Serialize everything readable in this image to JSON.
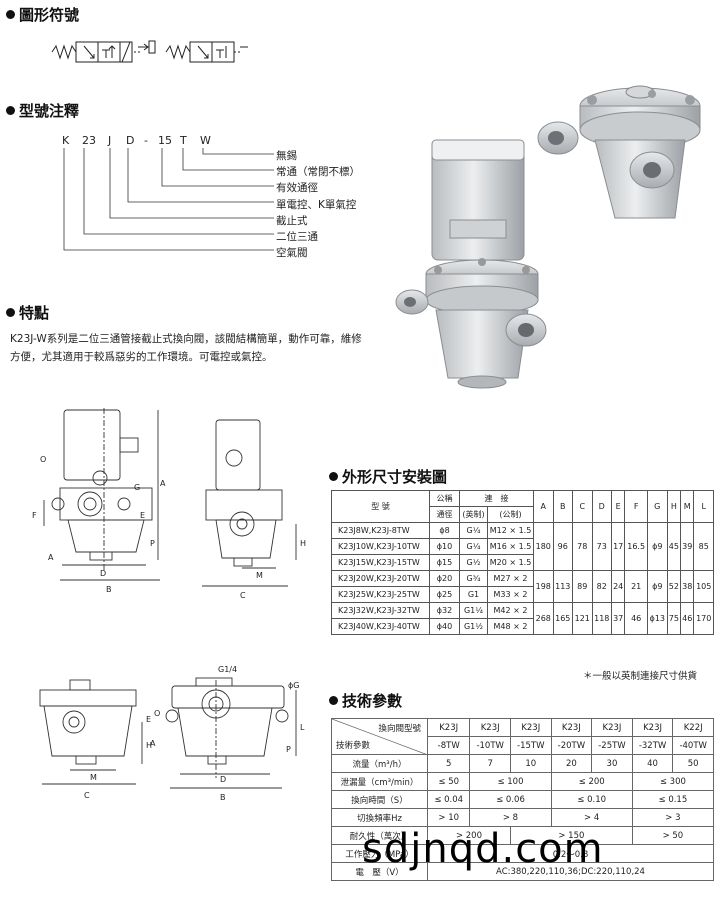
{
  "sections": {
    "symbol": "圖形符號",
    "model": "型號注釋",
    "feature": "特點",
    "install": "外形尺寸安裝圖",
    "tech": "技術參數"
  },
  "model_code": [
    "K",
    "23",
    "J",
    "D",
    "-",
    "15",
    "T",
    "W"
  ],
  "model_legend": [
    "無錫",
    "常通（常閉不標）",
    "有效通徑",
    "單電控、K單氣控",
    "截止式",
    "二位三通",
    "空氣閥"
  ],
  "feature_text": "K23J-W系列是二位三通管接截止式換向閥，該閥結構簡單，動作可靠，維修方便，尤其適用于較爲惡劣的工作環境。可電控或氣控。",
  "dim_table": {
    "header": {
      "model": "型 號",
      "nominal_1": "公稱",
      "nominal_2": "通徑",
      "conn": "連　接",
      "imperial": "(英制)",
      "metric": "(公制)",
      "cols": [
        "A",
        "B",
        "C",
        "D",
        "E",
        "F",
        "G",
        "H",
        "M",
        "L"
      ]
    },
    "rows": [
      {
        "model": "K23J8W,K23J-8TW",
        "dn": "ϕ8",
        "imp": "G¹⁄₄",
        "met": "M12 × 1.5"
      },
      {
        "model": "K23J10W,K23J-10TW",
        "dn": "ϕ10",
        "imp": "G¹⁄₄",
        "met": "M16 × 1.5"
      },
      {
        "model": "K23J15W,K23J-15TW",
        "dn": "ϕ15",
        "imp": "G¹⁄₂",
        "met": "M20 × 1.5"
      },
      {
        "model": "K23J20W,K23J-20TW",
        "dn": "ϕ20",
        "imp": "G³⁄₄",
        "met": "M27 × 2"
      },
      {
        "model": "K23J25W,K23J-25TW",
        "dn": "ϕ25",
        "imp": "G1",
        "met": "M33 × 2"
      },
      {
        "model": "K23J32W,K23J-32TW",
        "dn": "ϕ32",
        "imp": "G1¹⁄₄",
        "met": "M42 × 2"
      },
      {
        "model": "K23J40W,K23J-40TW",
        "dn": "ϕ40",
        "imp": "G1¹⁄₂",
        "met": "M48 × 2"
      }
    ],
    "group1": [
      "180",
      "96",
      "78",
      "73",
      "17",
      "16.5",
      "ϕ9",
      "45",
      "39",
      "85"
    ],
    "group2": [
      "198",
      "113",
      "89",
      "82",
      "24",
      "21",
      "ϕ9",
      "52",
      "38",
      "105"
    ],
    "group3": [
      "268",
      "165",
      "121",
      "118",
      "37",
      "46",
      "ϕ13",
      "75",
      "46",
      "170"
    ]
  },
  "note": "＊一般以英制連接尺寸供貨",
  "tech_table": {
    "corner_top": "換向閥型號",
    "corner_bottom": "技術參數",
    "models_top": [
      "K23J",
      "K23J",
      "K23J",
      "K23J",
      "K23J",
      "K23J",
      "K22J"
    ],
    "models_bottom": [
      "-8TW",
      "-10TW",
      "-15TW",
      "-20TW",
      "-25TW",
      "-32TW",
      "-40TW"
    ],
    "flow_label": "流量（m³/h）",
    "flow": [
      "5",
      "7",
      "10",
      "20",
      "30",
      "40",
      "50"
    ],
    "leak_label": "泄漏量（cm³/min）",
    "leak": [
      "≤ 50",
      "≤ 100",
      "≤ 200",
      "≤ 300"
    ],
    "switch_label": "換向時間（S）",
    "switch": [
      "≤ 0.04",
      "≤ 0.06",
      "≤ 0.10",
      "≤ 0.15"
    ],
    "freq_label": "切換頻率Hz",
    "freq": [
      "> 10",
      "> 8",
      "> 4",
      "> 3"
    ],
    "life_label": "耐久性（萬次）",
    "life": [
      "> 200",
      "> 150",
      "> 50"
    ],
    "pressure_label": "工作壓力（MPa）",
    "pressure": "0.2～0.8",
    "voltage_label": "電　壓（V）",
    "voltage": "AC:380,220,110,36;DC:220,110,24"
  },
  "watermark": "sdjnqd.com"
}
